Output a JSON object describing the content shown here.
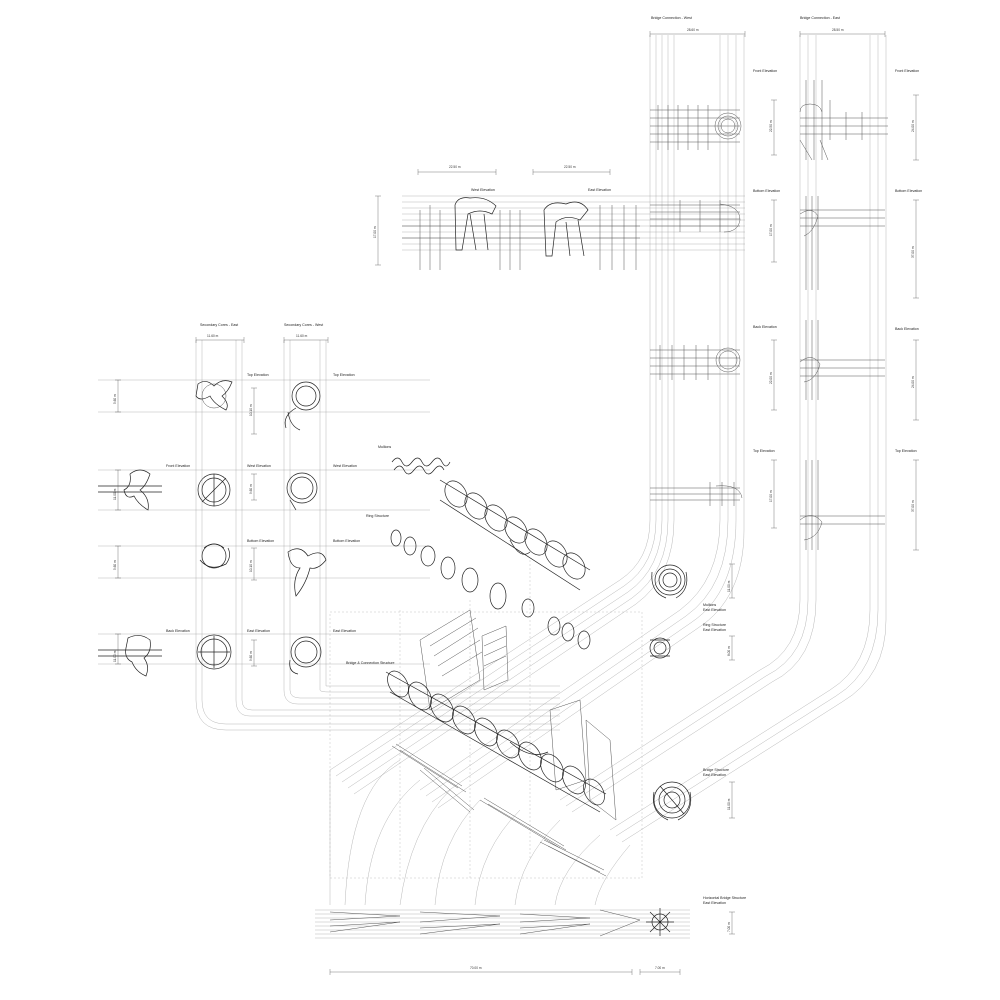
{
  "sheet": {
    "groups": {
      "bridge_west": "Bridge Connection - West",
      "bridge_east": "Bridge Connection - East",
      "secondary_east": "Secondary Cores - East",
      "secondary_west": "Secondary Cores - West"
    },
    "elevations": {
      "front": "Front Elevation",
      "bottom": "Bottom Elevation",
      "back": "Back Elevation",
      "top": "Top Elevation",
      "west": "West Elevation",
      "east": "East Elevation"
    },
    "components": {
      "mullions": "Mullions",
      "ring_structure": "Ring Structure",
      "bridge_connection": "Bridge & Connection Structure",
      "mullions_east": [
        "Mullions",
        "East Elevation"
      ],
      "ring_east": [
        "Ring Structure",
        "East Elevation"
      ],
      "bridge_struct_east": [
        "Bridge Structure",
        "East Elevation"
      ],
      "horizontal_bridge_east": [
        "Horizontal Bridge Structure",
        "East Elevation"
      ]
    },
    "dimensions": {
      "bw_width": "28.60 m",
      "be_width": "28.50 m",
      "bw_front": "22.50 m",
      "bw_bottom": "17.00 m",
      "bw_back": "22.00 m",
      "bw_top": "17.00 m",
      "be_front": "24.00 m",
      "be_bottom": "37.00 m",
      "be_back": "24.00 m",
      "be_top": "37.00 m",
      "west_elev_w": "22.50 m",
      "east_elev_w": "22.50 m",
      "elev_height": "17.00 m",
      "se_width": "11.60 m",
      "sw_width": "11.60 m",
      "left_top": "5.60 m",
      "left_front": "11.00 m",
      "left_mid": "5.60 m",
      "left_back": "11.00 m",
      "se_top": "10.10 m",
      "se_west": "9.60 m",
      "se_bottom": "10.10 m",
      "se_east": "9.60 m",
      "mullions_h": "11.00 m",
      "ring_h": "8.00 m",
      "bridge_struct_h": "11.00 m",
      "hb_h": "7.00 m",
      "hb_length": "70.00 m",
      "hb_right": "7.00 m"
    }
  }
}
